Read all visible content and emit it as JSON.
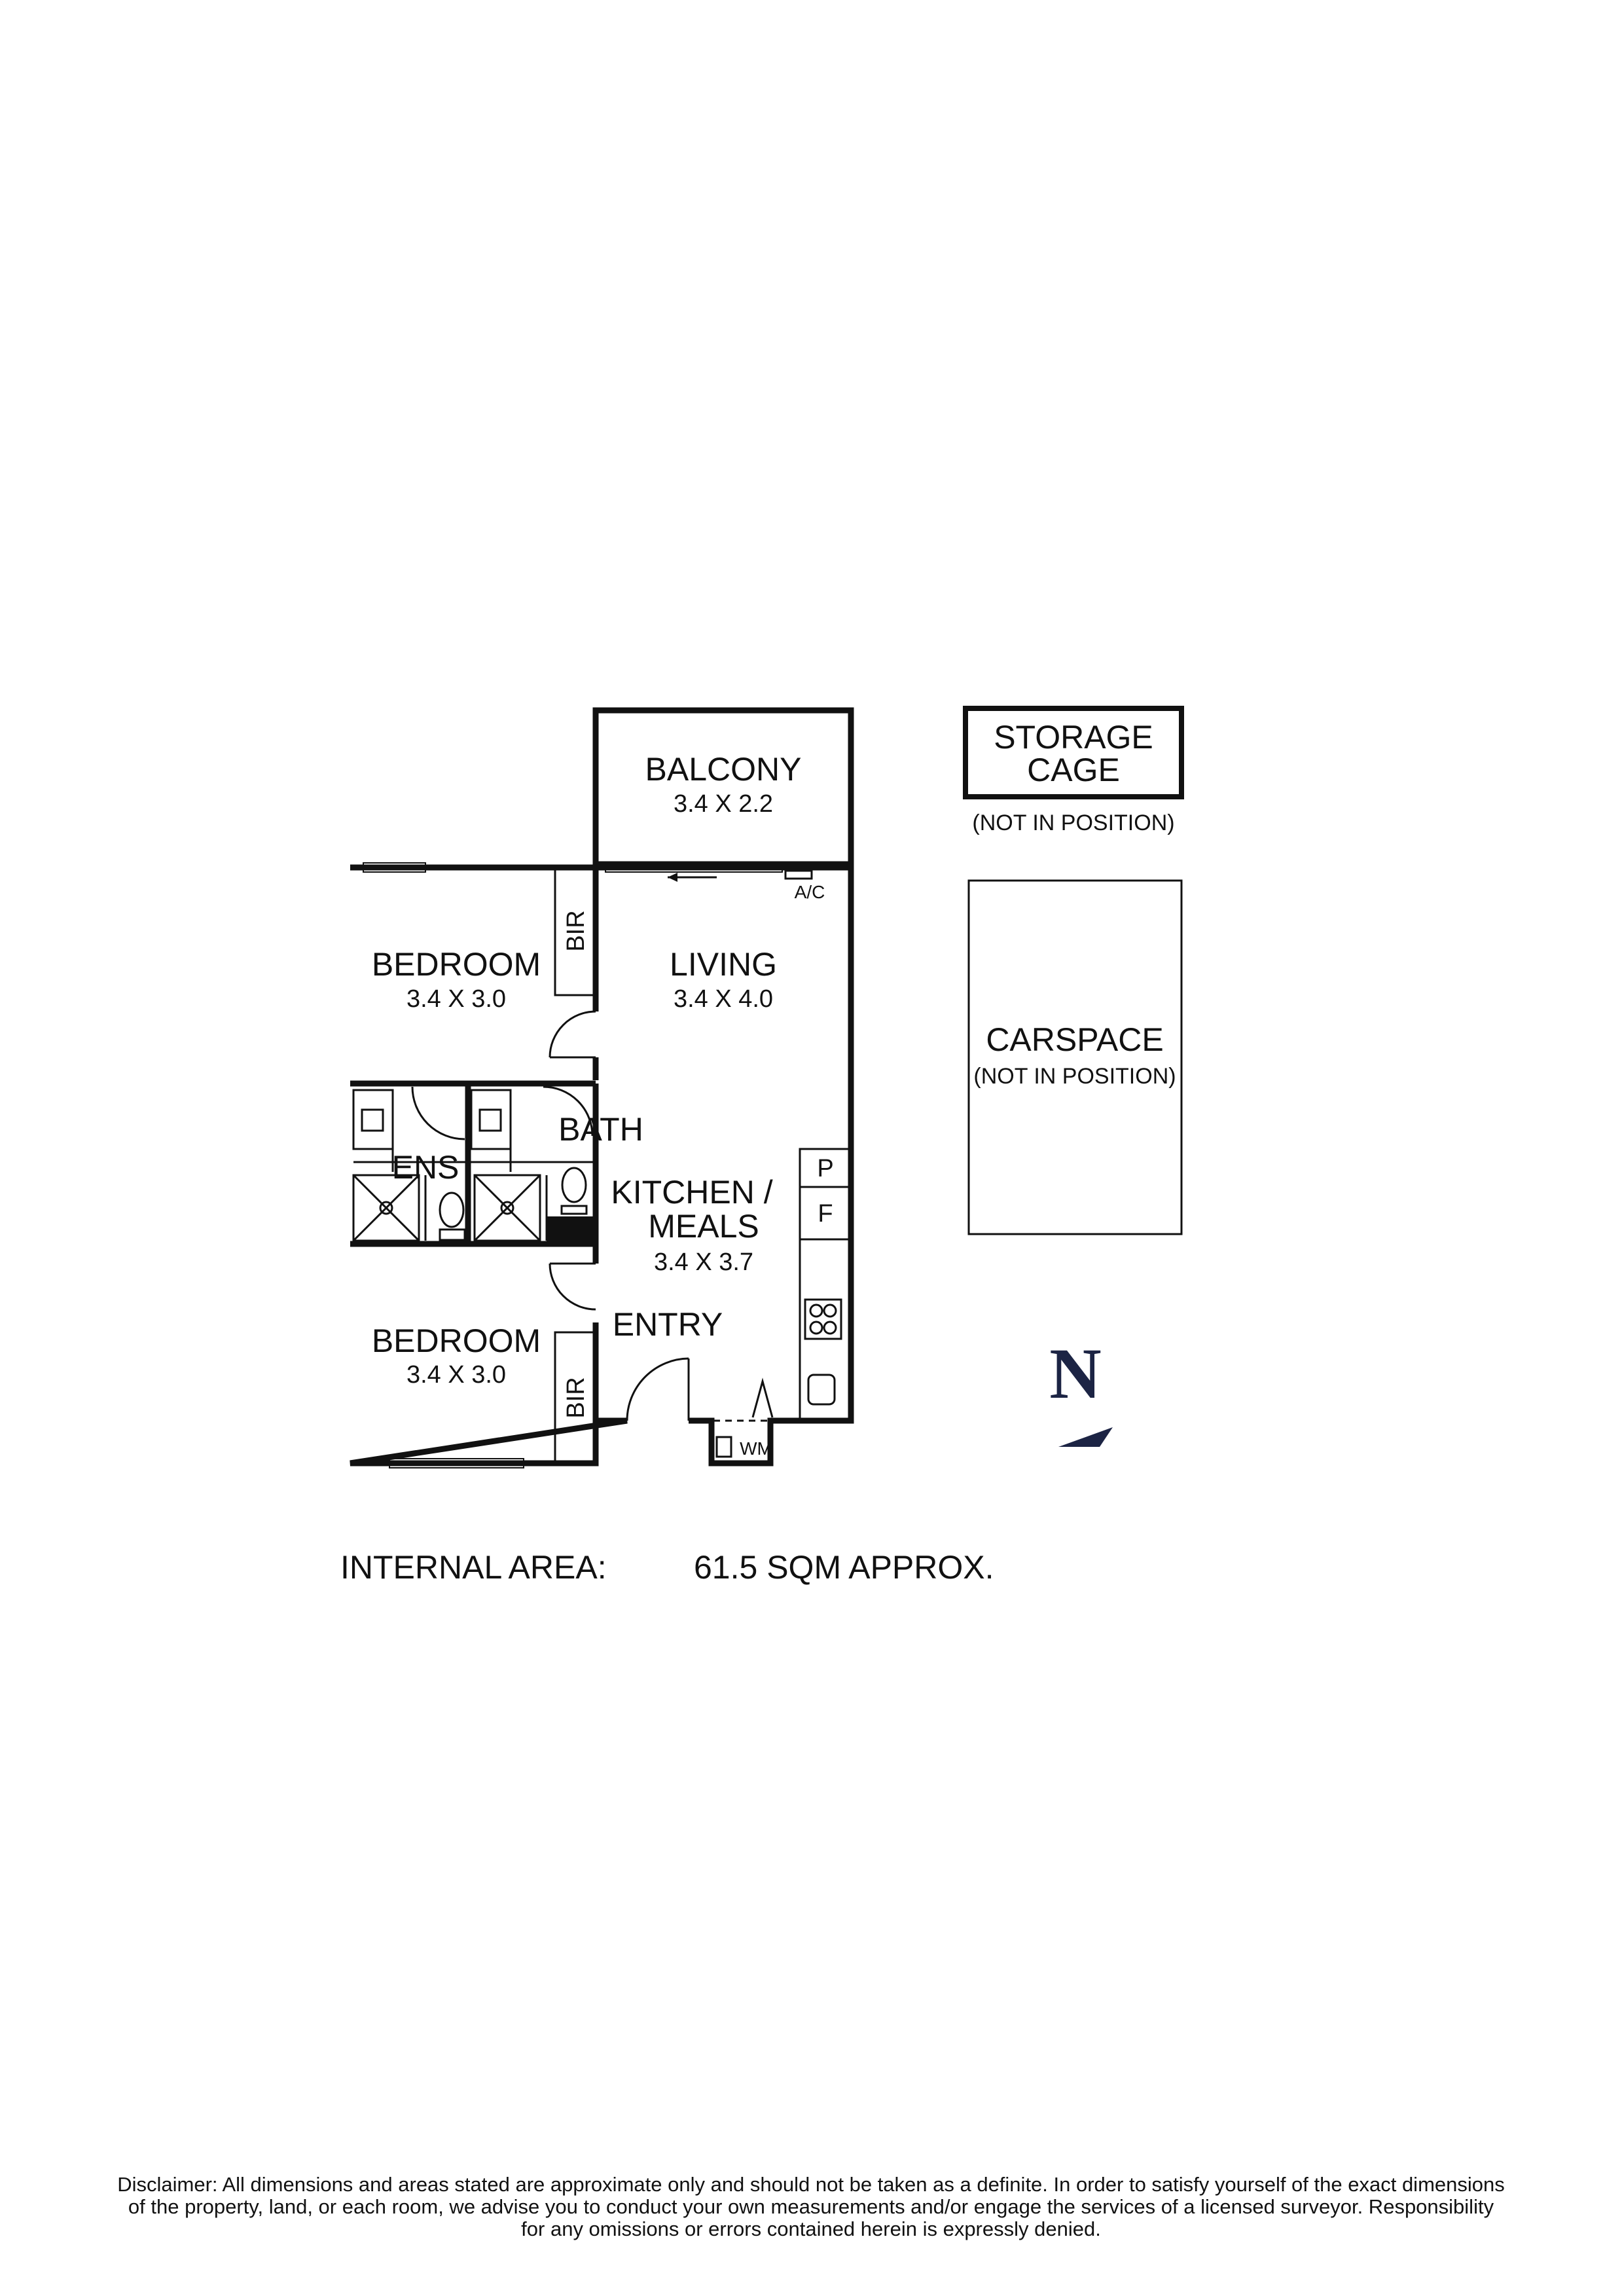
{
  "rooms": {
    "balcony": {
      "name": "BALCONY",
      "dims": "3.4 X 2.2"
    },
    "living": {
      "name": "LIVING",
      "dims": "3.4 X 4.0"
    },
    "bedroom_top": {
      "name": "BEDROOM",
      "dims": "3.4 X 3.0"
    },
    "bedroom_bottom": {
      "name": "BEDROOM",
      "dims": "3.4 X 3.0"
    },
    "kitchen": {
      "name_line1": "KITCHEN /",
      "name_line2": "MEALS",
      "dims": "3.4 X 3.7"
    },
    "bath": "BATH",
    "ens": "ENS",
    "entry": "ENTRY",
    "bir_top": "BIR",
    "bir_bottom": "BIR",
    "pantry": "P",
    "fridge": "F",
    "ac": "A/C",
    "wm": "WM"
  },
  "storage": {
    "line1": "STORAGE",
    "line2": "CAGE",
    "note": "(NOT IN POSITION)"
  },
  "carspace": {
    "name": "CARSPACE",
    "note": "(NOT IN POSITION)"
  },
  "north": {
    "letter": "N"
  },
  "area": {
    "label": "INTERNAL AREA:",
    "value": "61.5  SQM APPROX."
  },
  "disclaimer": {
    "line1": "Disclaimer: All dimensions and areas stated are approximate only and should not be taken as a definite. In order to satisfy yourself of the exact dimensions",
    "line2": "of the property, land, or each room, we advise you to conduct your own measurements and/or engage the services of a licensed surveyor. Responsibility",
    "line3": "for any omissions or errors contained herein is expressly denied."
  },
  "colors": {
    "line": "#111111",
    "north_arrow": "#1c2444"
  }
}
